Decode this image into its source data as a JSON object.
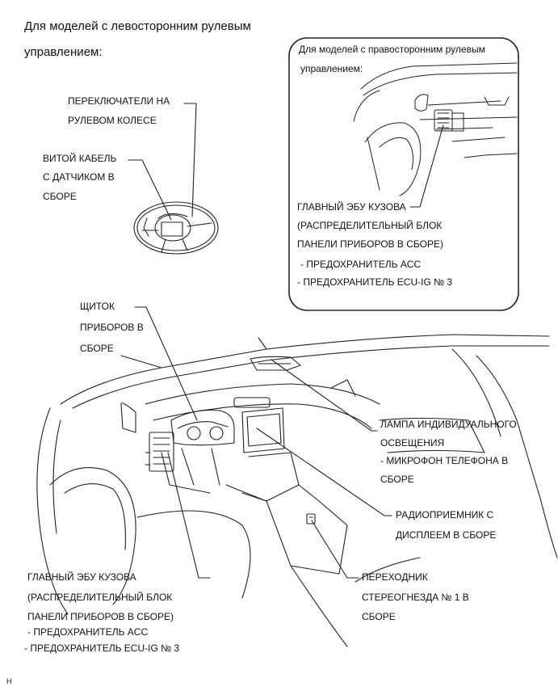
{
  "header": {
    "lhd_line1": "Для моделей с левосторонним рулевым",
    "lhd_line2": "управлением:"
  },
  "inset": {
    "title_line1": "Для моделей с правосторонним рулевым",
    "title_line2": "управлением:",
    "ecu_label": [
      "ГЛАВНЫЙ ЭБУ КУЗОВА",
      "(РАСПРЕДЕЛИТЕЛЬНЫЙ БЛОК",
      "ПАНЕЛИ ПРИБОРОВ В СБОРЕ)"
    ],
    "fuses": [
      "- ПРЕДОХРАНИТЕЛЬ ACC",
      "- ПРЕДОХРАНИТЕЛЬ ECU-IG № 3"
    ]
  },
  "labels": {
    "steering_switches": [
      "ПЕРЕКЛЮЧАТЕЛИ НА",
      "РУЛЕВОМ КОЛЕСЕ"
    ],
    "spiral_cable": [
      "ВИТОЙ КАБЕЛЬ",
      "С ДАТЧИКОМ В",
      "СБОРЕ"
    ],
    "combination_meter": [
      "ЩИТОК",
      "ПРИБОРОВ В",
      "СБОРЕ"
    ],
    "map_lamp": [
      "ЛАМПА ИНДИВИДУАЛЬНОГО",
      "ОСВЕЩЕНИЯ",
      "- МИКРОФОН ТЕЛЕФОНА В",
      "СБОРЕ"
    ],
    "radio": [
      "РАДИОПРИЕМНИК С",
      "ДИСПЛЕЕМ В СБОРЕ"
    ],
    "main_ecu": [
      "ГЛАВНЫЙ ЭБУ КУЗОВА",
      "(РАСПРЕДЕЛИТЕЛЬНЫЙ БЛОК",
      "ПАНЕЛИ ПРИБОРОВ В СБОРЕ)",
      "- ПРЕДОХРАНИТЕЛЬ ACC",
      "- ПРЕДОХРАНИТЕЛЬ ECU-IG № 3"
    ],
    "stereo_jack": [
      "ПЕРЕХОДНИК",
      "СТЕРЕОГНЕЗДА № 1 В",
      "СБОРЕ"
    ]
  },
  "footer": {
    "code": "H"
  }
}
